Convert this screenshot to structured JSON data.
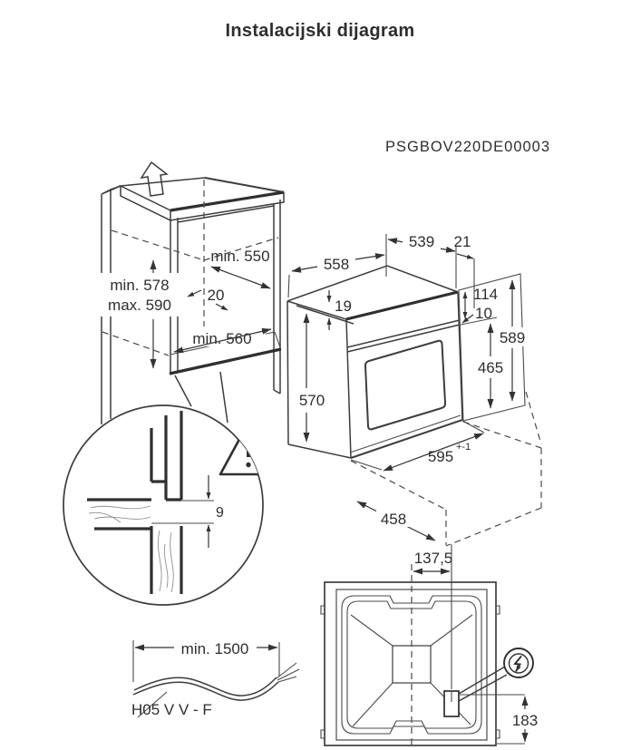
{
  "labels": {
    "title": "Instalacijski dijagram",
    "code": "PSGBOV220DE00003"
  },
  "colors": {
    "title": "#192757",
    "code": "#5f5f5f",
    "line": "#3d3d3d"
  },
  "cabinet": {
    "niche_depth": "min. 550",
    "niche_height_min": "min. 578",
    "niche_height_max": "max. 590",
    "rear_gap": "20",
    "niche_width": "min. 560"
  },
  "oven": {
    "depth_top": "558",
    "depth_body": "539",
    "rear_offset": "21",
    "top_lip": "19",
    "body_height": "570",
    "panel_height": "114",
    "panel_gap": "10",
    "total_height": "589",
    "door_height": "465",
    "front_width": "595",
    "front_width_tolerance": "+-1",
    "depth_without_door": "458"
  },
  "detail": {
    "gap": "9"
  },
  "cable": {
    "length": "min. 1500",
    "type": "H05 V V - F"
  },
  "back_view": {
    "connection_offset_x": "137,5",
    "connection_offset_y": "183"
  },
  "icons": {
    "up_arrow": "pull-up-direction-arrow",
    "warning": "warning-triangle",
    "power": "electrical-connection-bolt"
  }
}
